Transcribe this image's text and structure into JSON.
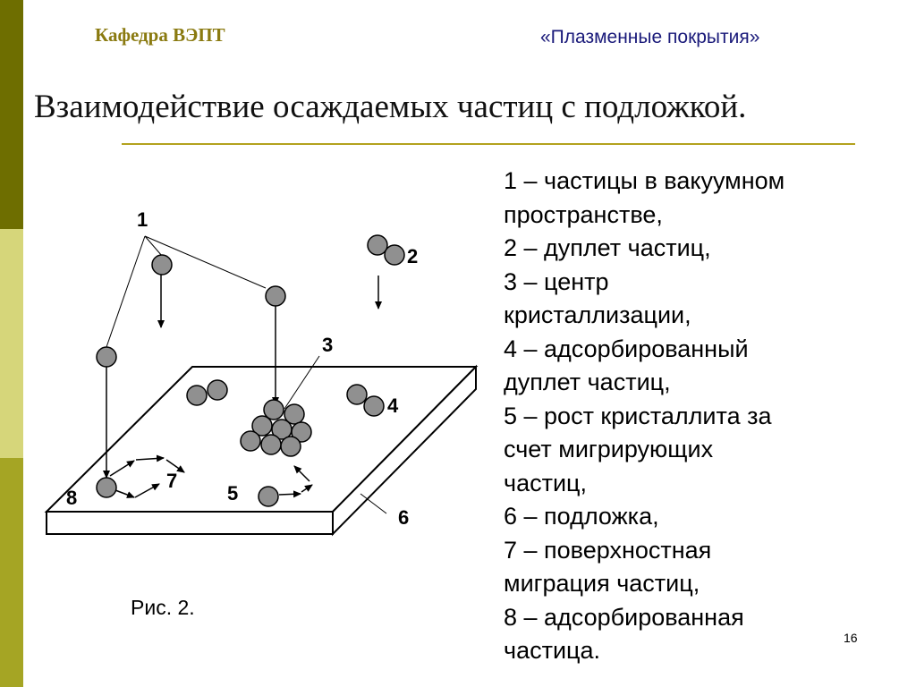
{
  "header": {
    "department": "Кафедра ВЭПТ",
    "course": "«Плазменные покрытия»"
  },
  "slide": {
    "title": "Взаимодействие осаждаемых частиц с подложкой.",
    "page_number": "16"
  },
  "colors": {
    "sidebar_dark": "#6e6e00",
    "sidebar_light": "#d6d67a",
    "sidebar_mid": "#a5a524",
    "rule": "#b3a21e",
    "header_left": "#8a7a10",
    "header_right": "#1a1a7a",
    "particle": "#909090"
  },
  "figure": {
    "caption": "Рис. 2.",
    "labels": {
      "l1": "1",
      "l2": "2",
      "l3": "3",
      "l4": "4",
      "l5": "5",
      "l6": "6",
      "l7": "7",
      "l8": "8"
    }
  },
  "legend": {
    "items": [
      "1 – частицы в вакуумном",
      "пространстве,",
      "2 – дуплет частиц,",
      "3 – центр",
      "кристаллизации,",
      "4 – адсорбированный",
      "дуплет частиц,",
      "5 – рост кристаллита за",
      "счет мигрирующих",
      "частиц,",
      "6 – подложка,",
      "7 – поверхностная",
      "миграция частиц,",
      "8 – адсорбированная",
      "частица."
    ]
  }
}
